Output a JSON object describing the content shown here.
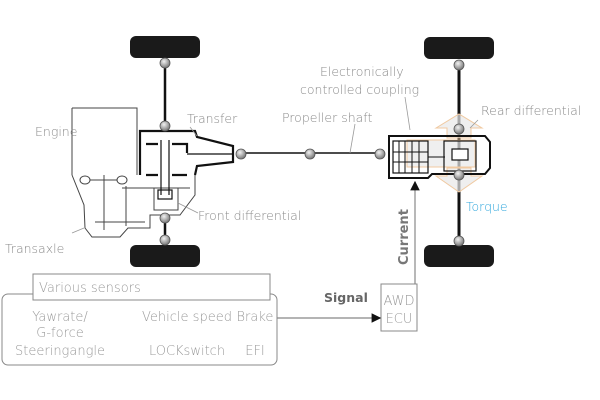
{
  "labels": {
    "engine": "Engine",
    "transfer": "Transfer",
    "propeller_shaft": "Propeller shaft",
    "coupling_line1": "Electronically",
    "coupling_line2": "controlled coupling",
    "rear_differential": "Rear differential",
    "front_differential": "Front differential",
    "transaxle": "Transaxle",
    "torque": "Torque",
    "current": "Current",
    "signal": "Signal"
  },
  "ecu": {
    "line1": "AWD",
    "line2": "ECU"
  },
  "sensors": {
    "title": "Various sensors",
    "items": [
      "Yawrate/",
      "G-force",
      "Vehicle speed",
      "Brake",
      "Steeringangle",
      "LOCKswitch",
      "EFI"
    ]
  },
  "colors": {
    "torque": "#2ea6dc",
    "torque_arrow": "#f0c9a0",
    "line": "#222222",
    "label": "#8a8a8a"
  }
}
